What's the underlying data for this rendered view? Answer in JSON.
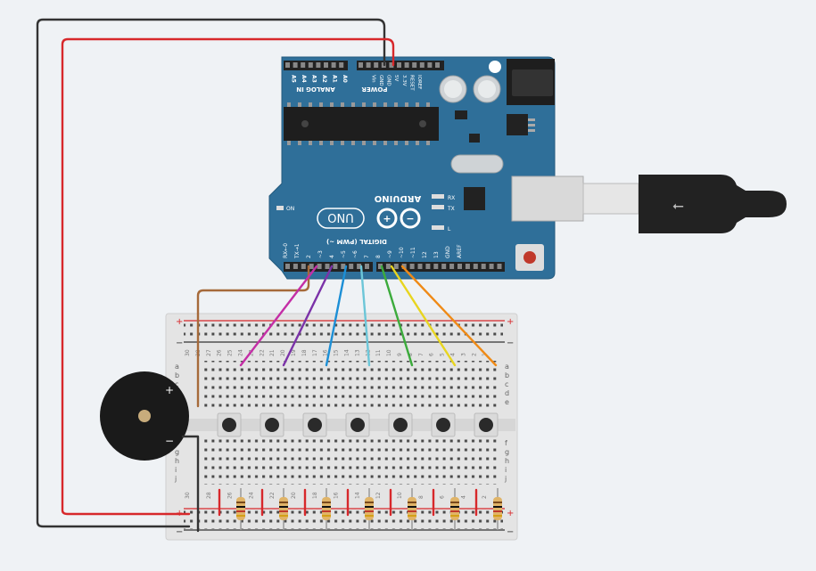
{
  "board": {
    "name": "ARDUINO",
    "model": "UNO",
    "power_header_title": "POWER",
    "power_pins": [
      "IOREF",
      "RESET",
      "3.3V",
      "5V",
      "GND",
      "GND",
      "Vin"
    ],
    "analog_header_title": "ANALOG IN",
    "analog_pins": [
      "A0",
      "A1",
      "A2",
      "A3",
      "A4",
      "A5"
    ],
    "digital_header_title": "DIGITAL (PWM ~)",
    "digital_pins": [
      "AREF",
      "GND",
      "13",
      "12",
      "~11",
      "~10",
      "~9",
      "8",
      "7",
      "~6",
      "~5",
      "4",
      "~3",
      "2",
      "TX→1",
      "RX←0"
    ],
    "led_labels": [
      "RX",
      "TX",
      "L"
    ],
    "on_label": "ON"
  },
  "breadboard": {
    "rail_plus": "+",
    "rail_minus": "−",
    "row_letters_top": [
      "a",
      "b",
      "c",
      "d",
      "e"
    ],
    "row_letters_bottom": [
      "f",
      "g",
      "h",
      "i",
      "j"
    ],
    "column_numbers_top": [
      "30",
      "28",
      "27",
      "26",
      "25",
      "24",
      "23",
      "22",
      "21",
      "20",
      "19",
      "18",
      "17",
      "16",
      "15",
      "14",
      "13",
      "12",
      "11",
      "10",
      "9",
      "8",
      "7",
      "6",
      "5",
      "4",
      "3",
      "2",
      "1"
    ],
    "column_numbers_bottom": [
      "30",
      "28",
      "26",
      "24",
      "22",
      "20",
      "18",
      "16",
      "14",
      "12",
      "10",
      "8",
      "6",
      "4",
      "2"
    ]
  },
  "buzzer": {
    "plus": "+",
    "minus": "−"
  },
  "colors": {
    "board": "#2f6f99",
    "wire_red": "#d7282b",
    "wire_black": "#333333",
    "wire_brown": "#a66a3a",
    "wire_magenta": "#c42ea6",
    "wire_purple": "#7b32a8",
    "wire_blue": "#1c8fd6",
    "wire_cyan": "#6cc6d8",
    "wire_green": "#3cab3c",
    "wire_yellow": "#e8d51f",
    "wire_orange": "#ef8a16"
  },
  "counts": {
    "buttons": 7,
    "resistors": 7
  }
}
